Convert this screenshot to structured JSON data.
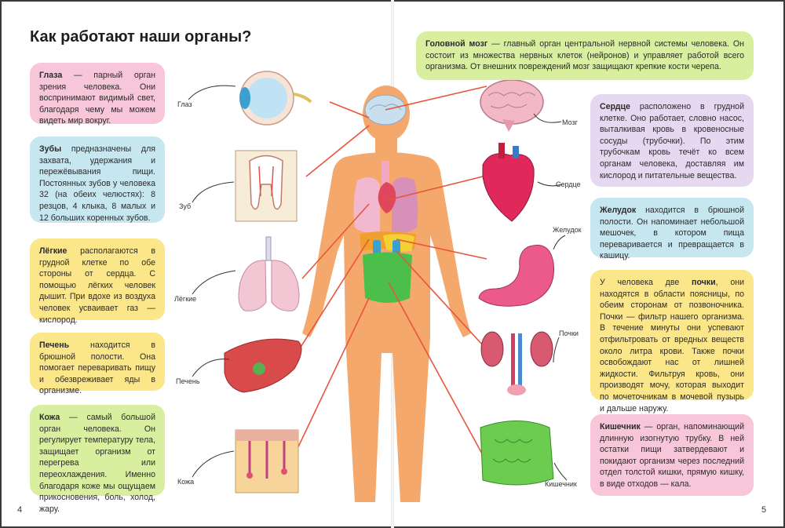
{
  "title": "Как работают наши органы?",
  "page_left": "4",
  "page_right": "5",
  "boxes": {
    "eyes": {
      "term": "Глаза",
      "text": " — парный орган зрения человека. Они воспринимают видимый свет, благодаря чему мы можем видеть мир вокруг."
    },
    "teeth": {
      "term": "Зубы",
      "text": " предназначены для захвата, удержания и пережёвывания пищи. Постоянных зубов у человека 32 (на обеих челюстях): 8 резцов, 4 клыка, 8 малых и 12 больших коренных зубов."
    },
    "lungs": {
      "term": "Лёгкие",
      "text": " располагаются в грудной клетке по обе стороны от сердца. С помощью лёгких человек дышит. При вдохе из воздуха человек усваивает газ — кислород."
    },
    "liver": {
      "term": "Печень",
      "text": " находится в брюшной полости. Она помогает переваривать пищу и обезвреживает яды в организме."
    },
    "skin": {
      "term": "Кожа",
      "text": " — самый большой орган человека. Он регулирует температуру тела, защищает организм от перегрева или переохлаждения. Именно благодаря коже мы ощущаем прикосновения, боль, холод, жару."
    },
    "brain": {
      "term": "Головной мозг",
      "text": " — главный орган центральной нервной системы человека. Он состоит из множества нервных клеток (нейронов) и управляет работой всего организма. От внешних повреждений мозг защищают крепкие кости черепа."
    },
    "heart": {
      "term": "Сердце",
      "text": " расположено в грудной клетке. Оно работает, словно насос, выталкивая кровь в кровеносные сосуды (трубочки). По этим трубочкам кровь течёт ко всем органам человека, доставляя им кислород и питательные вещества."
    },
    "stomach": {
      "term": "Желудок",
      "text": " находится в брюшной полости. Он напоминает небольшой мешочек, в котором пища переваривается и превращается в кашицу."
    },
    "kidneys": {
      "pre": "У человека две ",
      "term": "почки",
      "text": ", они находятся в области поясницы, по обеим сторонам от позвоночника. Почки — фильтр нашего организма. В течение минуты они успевают отфильтровать от вредных веществ около литра крови. Также почки освобождают нас от лишней жидкости. Фильтруя кровь, они производят мочу, которая выходит по мочеточникам в мочевой пузырь и дальше наружу."
    },
    "intestine": {
      "term": "Кишечник",
      "text": " — орган, напоминающий длинную изогнутую трубку. В ней остатки пищи затвердевают и покидают организм через последний отдел толстой кишки, прямую кишку, в виде отходов — кала."
    }
  },
  "labels": {
    "eye": "Глаз",
    "tooth": "Зуб",
    "lungs": "Лёгкие",
    "liver": "Печень",
    "skin": "Кожа",
    "brain": "Мозг",
    "heart": "Сердце",
    "stomach": "Желудок",
    "kidneys": "Почки",
    "intestine": "Кишечник"
  },
  "colors": {
    "pink_box": "#f7c6d9",
    "blue_box": "#c6e6f0",
    "yellow_box": "#fbe68a",
    "green_box": "#d7ef9f",
    "lilac_box": "#e6d8f0",
    "body_silhouette": "#f5a86c",
    "pointer_lines": "#e8553a"
  }
}
